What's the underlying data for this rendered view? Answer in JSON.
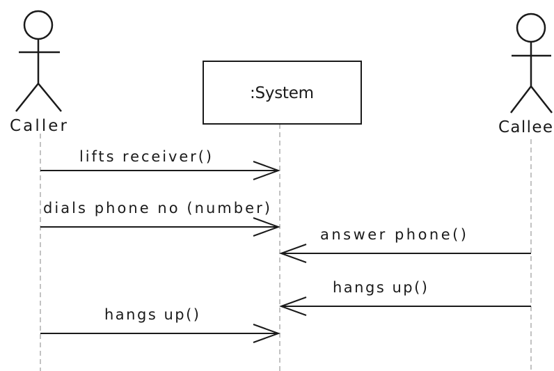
{
  "participants": {
    "caller": {
      "label": "Caller"
    },
    "system": {
      "label": ":System"
    },
    "callee": {
      "label": "Callee"
    }
  },
  "messages": [
    {
      "from": "caller",
      "to": "system",
      "label": "lifts receiver()"
    },
    {
      "from": "caller",
      "to": "system",
      "label": "dials phone no (number)"
    },
    {
      "from": "callee",
      "to": "system",
      "label": "answer phone()"
    },
    {
      "from": "callee",
      "to": "system",
      "label": "hangs up()"
    },
    {
      "from": "caller",
      "to": "system",
      "label": "hangs up()"
    }
  ]
}
